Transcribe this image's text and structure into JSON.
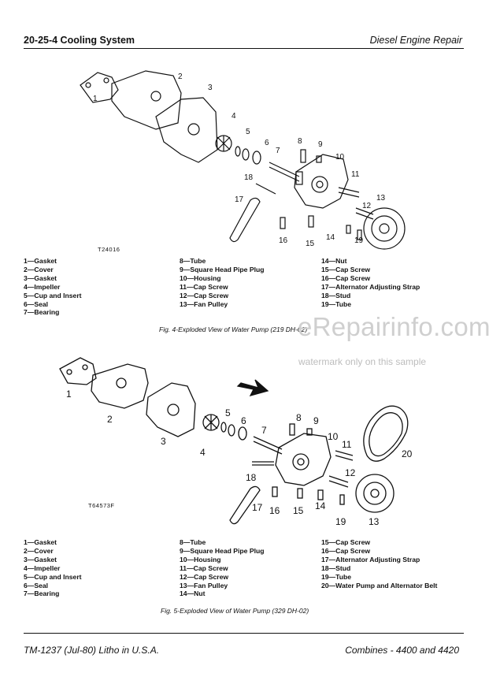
{
  "header": {
    "left": "20-25-4   Cooling System",
    "right": "Diesel Engine Repair"
  },
  "figure1": {
    "id": "T24016",
    "callouts": [
      "1",
      "2",
      "3",
      "4",
      "5",
      "6",
      "7",
      "8",
      "9",
      "10",
      "11",
      "12",
      "13",
      "14",
      "15",
      "16",
      "17",
      "18",
      "19"
    ],
    "legend": [
      [
        "1—Gasket",
        "2—Cover",
        "3—Gasket",
        "4—Impeller",
        "5—Cup and Insert",
        "6—Seal",
        "7—Bearing"
      ],
      [
        "8—Tube",
        "9—Square Head Pipe Plug",
        "10—Housing",
        "11—Cap Screw",
        "12—Cap Screw",
        "13—Fan Pulley"
      ],
      [
        "14—Nut",
        "15—Cap Screw",
        "16—Cap Screw",
        "17—Alternator Adjusting Strap",
        "18—Stud",
        "19—Tube"
      ]
    ],
    "caption": "Fig. 4-Exploded View of Water Pump (219 DH-02)"
  },
  "figure2": {
    "id": "T64573F",
    "callouts": [
      "1",
      "2",
      "3",
      "4",
      "5",
      "6",
      "7",
      "8",
      "9",
      "10",
      "11",
      "12",
      "13",
      "14",
      "15",
      "16",
      "17",
      "18",
      "19",
      "20"
    ],
    "legend": [
      [
        "1—Gasket",
        "2—Cover",
        "3—Gasket",
        "4—Impeller",
        "5—Cup and Insert",
        "6—Seal",
        "7—Bearing"
      ],
      [
        "8—Tube",
        "9—Square Head Pipe Plug",
        "10—Housing",
        "11—Cap Screw",
        "12—Cap Screw",
        "13—Fan Pulley",
        "14—Nut"
      ],
      [
        "15—Cap Screw",
        "16—Cap Screw",
        "17—Alternator Adjusting Strap",
        "18—Stud",
        "19—Tube",
        "20—Water Pump and Alternator Belt"
      ]
    ],
    "caption": "Fig. 5-Exploded View of Water Pump (329 DH-02)"
  },
  "watermark": {
    "site": "eRepairinfo.com",
    "note": "watermark only on this sample"
  },
  "footer": {
    "left": "TM-1237 (Jul-80) Litho in U.S.A.",
    "right": "Combines  -  4400 and 4420"
  }
}
